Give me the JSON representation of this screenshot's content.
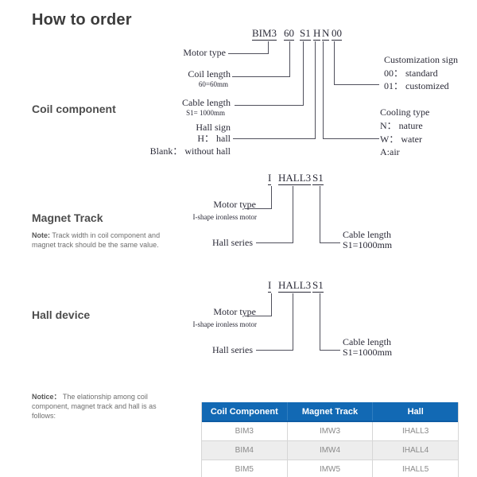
{
  "title": "How to order",
  "colors": {
    "table_header_blue": "#1269b4",
    "table_alt_row": "#ededed",
    "diagram_ink": "#2b2b38"
  },
  "coil": {
    "heading": "Coil component",
    "code": [
      "BIM3",
      "60",
      "S1",
      "H",
      "N",
      "00"
    ],
    "labels": {
      "motor_type": "Motor type",
      "coil_length": "Coil length",
      "coil_length_sub": "60=60mm",
      "cable_length": "Cable length",
      "cable_length_sub": "S1= 1000mm",
      "hall_sign": "Hall sign",
      "hall_h": "H：  hall",
      "hall_blank": "Blank：  without hall",
      "customization": "Customization sign",
      "cust_00": "00：  standard",
      "cust_01": "01：  customized",
      "cooling": "Cooling type",
      "cool_n": "N：  nature",
      "cool_w": "W：  water",
      "cool_a": "A:air"
    }
  },
  "magnet_track": {
    "heading": "Magnet Track",
    "note_label": "Note:",
    "note_text": " Track width in coil component and magnet track should be the same value.",
    "code": [
      "I",
      "HALL3",
      "S1"
    ],
    "labels": {
      "motor_type": "Motor type",
      "motor_sub": "I-shape ironless motor",
      "hall_series": "Hall series",
      "cable_length": "Cable length",
      "cable_sub": "S1=1000mm"
    }
  },
  "hall_device": {
    "heading": "Hall device",
    "code": [
      "I",
      "HALL3",
      "S1"
    ],
    "labels": {
      "motor_type": "Motor type",
      "motor_sub": "I-shape ironless motor",
      "hall_series": "Hall series",
      "cable_length": "Cable length",
      "cable_sub": "S1=1000mm"
    }
  },
  "notice": {
    "label": "Notice：",
    "text": " The elationship among coil component, magnet track and hall is as follows:"
  },
  "table": {
    "headers": [
      "Coil Component",
      "Magnet Track",
      "Hall"
    ],
    "rows": [
      [
        "BIM3",
        "IMW3",
        "IHALL3"
      ],
      [
        "BIM4",
        "IMW4",
        "IHALL4"
      ],
      [
        "BIM5",
        "IMW5",
        "IHALL5"
      ]
    ]
  }
}
